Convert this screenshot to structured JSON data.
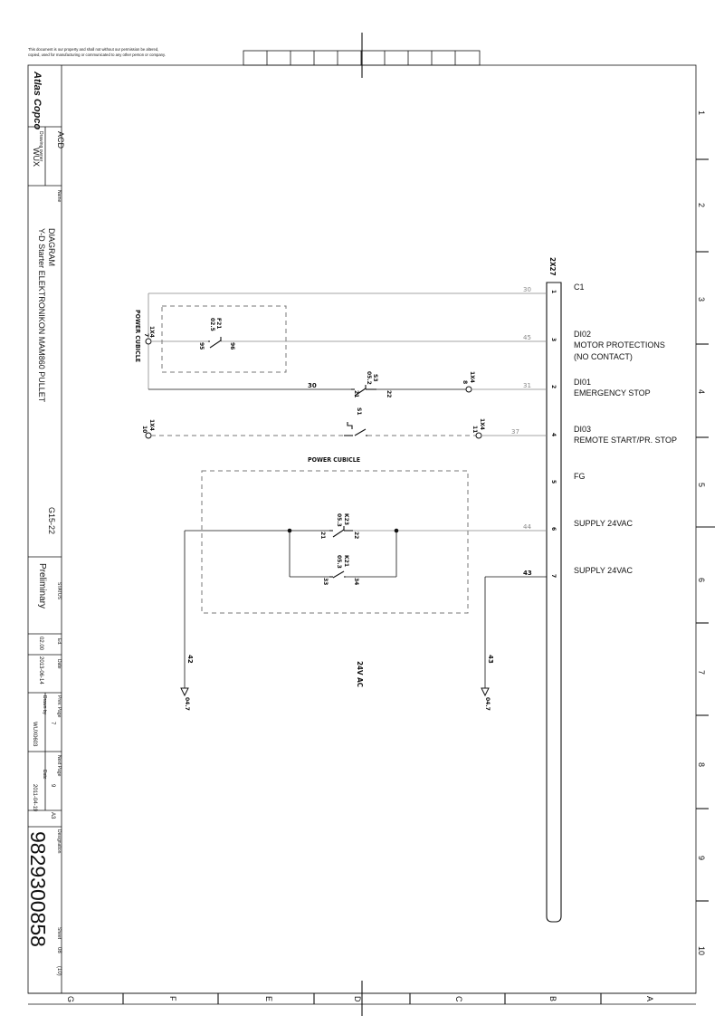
{
  "notice": [
    "This document is our property and shall not without our permission be altered,",
    "copied, used for manufacturing or communicated to any other person or company."
  ],
  "logo": "Atlas Copco",
  "title_block": {
    "acd": "ACD",
    "drawing_owner_label": "Drawing owner",
    "drawing_owner": "WUX",
    "name_label": "Name",
    "title_line1": "DIAGRAM",
    "title_line2": "Y-D Starter ELEKTRONIKON MAM860 PULLET",
    "model": "G15-22",
    "status_label": "STATUS",
    "status": "Preliminary",
    "ed_label": "Ed.",
    "ed": "02.00",
    "date_label": "Date",
    "date": "2013-06-14",
    "prev_page_label": "Prev. Page",
    "prev_page": "7",
    "drawn_by_label": "Drawn by",
    "drawn_by": "WUX0603",
    "next_page_label": "Next Page",
    "next_page": "9",
    "date2_label": "Date",
    "date2": "2011-04-19",
    "size": "A3",
    "designation_label": "Designation",
    "designation": "9829300858",
    "sheet_label": "Sheet",
    "sheet": "08",
    "sheet_total": "(10)"
  },
  "row_numbers": [
    "1",
    "2",
    "3",
    "4",
    "5",
    "6",
    "7",
    "8",
    "9",
    "10"
  ],
  "col_letters": [
    "G",
    "F",
    "E",
    "D",
    "C",
    "B",
    "A"
  ],
  "connector": {
    "name": "2X27",
    "pins": [
      "1",
      "3",
      "2",
      "4",
      "5",
      "6",
      "7"
    ]
  },
  "signals": [
    {
      "line1": "C1",
      "line2": "",
      "line3": ""
    },
    {
      "line1": "DI02",
      "line2": "MOTOR PROTECTIONS",
      "line3": "(NO CONTACT)"
    },
    {
      "line1": "DI01",
      "line2": "EMERGENCY STOP",
      "line3": ""
    },
    {
      "line1": "DI03",
      "line2": "REMOTE START/PR. STOP",
      "line3": ""
    },
    {
      "line1": "FG",
      "line2": "",
      "line3": ""
    },
    {
      "line1": "SUPPLY 24VAC",
      "line2": "",
      "line3": ""
    },
    {
      "line1": "SUPPLY 24VAC",
      "line2": "",
      "line3": ""
    }
  ],
  "wires": {
    "w30a": "30",
    "w45": "45",
    "w30b": "30",
    "w31": "31",
    "w37": "37",
    "w44": "44",
    "w43": "43",
    "w42": "42",
    "w43b": "43"
  },
  "labels": {
    "power_cubicle_left": "POWER CUBICLE",
    "power_cubicle_mid": "POWER CUBICLE",
    "ac24": "24V AC",
    "ref_left": "04.7",
    "ref_right": "04.7"
  },
  "components": {
    "f21": "F21",
    "f21_ref": "02.5",
    "f21_p95": "95",
    "f21_p96": "96",
    "s3": "S3",
    "s3_ref": "05.2",
    "s3_p21": "21",
    "s3_p22": "22",
    "s1": "S1",
    "k23": "K23",
    "k23_ref": "05.3",
    "k23_p21": "21",
    "k23_p22": "22",
    "k21": "K21",
    "k21_ref": "05.3",
    "k21_p33": "33",
    "k21_p34": "34",
    "x1x4_a": "1X4",
    "x1x4_a_pin": "7",
    "x1x4_b": "1X4",
    "x1x4_b_pin": "8",
    "x1x4_c": "1X4",
    "x1x4_c_pin": "10",
    "x1x4_d": "1X4",
    "x1x4_d_pin": "11"
  }
}
